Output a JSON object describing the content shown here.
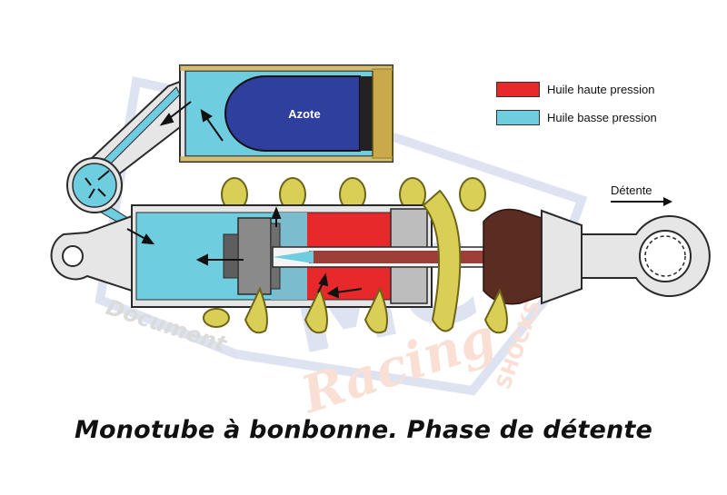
{
  "legend": {
    "items": [
      {
        "label": "Huile haute pression",
        "color": "#e8292c"
      },
      {
        "label": "Huile basse pression",
        "color": "#6fcde0"
      }
    ]
  },
  "labels": {
    "azote": "Azote",
    "detente": "Détente"
  },
  "caption": "Monotube à bonbonne. Phase de détente",
  "watermark": {
    "brand": "MC",
    "text_1": "Racing",
    "text_2": "SHOCKS",
    "text_3": "Document"
  },
  "colors": {
    "high_pressure_oil": "#e8292c",
    "low_pressure_oil": "#6fcde0",
    "nitrogen": "#2f3f9e",
    "spring": "#d9cf57",
    "body": "#e6e6e6",
    "outline": "#2a2a2a",
    "reservoir_cap": "#c9a94a",
    "rebound_bumper": "#5a2c22"
  }
}
